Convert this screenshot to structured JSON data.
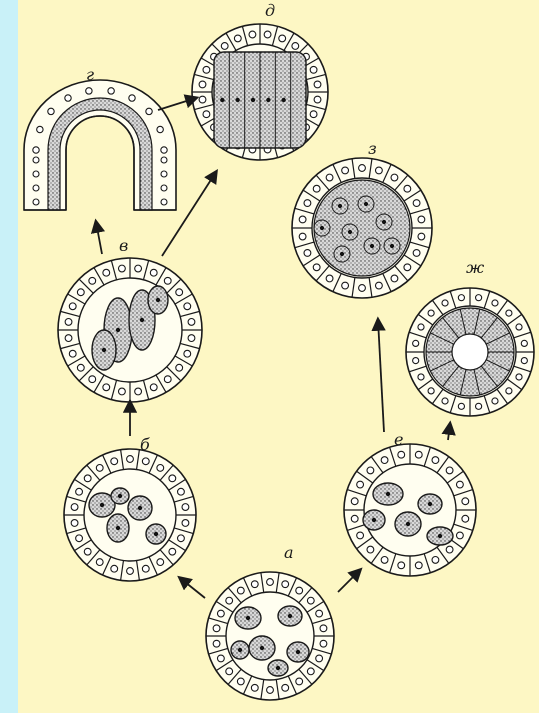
{
  "stages": [
    {
      "id": "a",
      "label": "а"
    },
    {
      "id": "b",
      "label": "б"
    },
    {
      "id": "v",
      "label": "в"
    },
    {
      "id": "g",
      "label": "г"
    },
    {
      "id": "d",
      "label": "д"
    },
    {
      "id": "e",
      "label": "е"
    },
    {
      "id": "zh",
      "label": "ж"
    },
    {
      "id": "z",
      "label": "з"
    }
  ],
  "colors": {
    "background": "#d6f5fb",
    "panel": "#fdf7c4",
    "ink": "#1a1a1a"
  }
}
